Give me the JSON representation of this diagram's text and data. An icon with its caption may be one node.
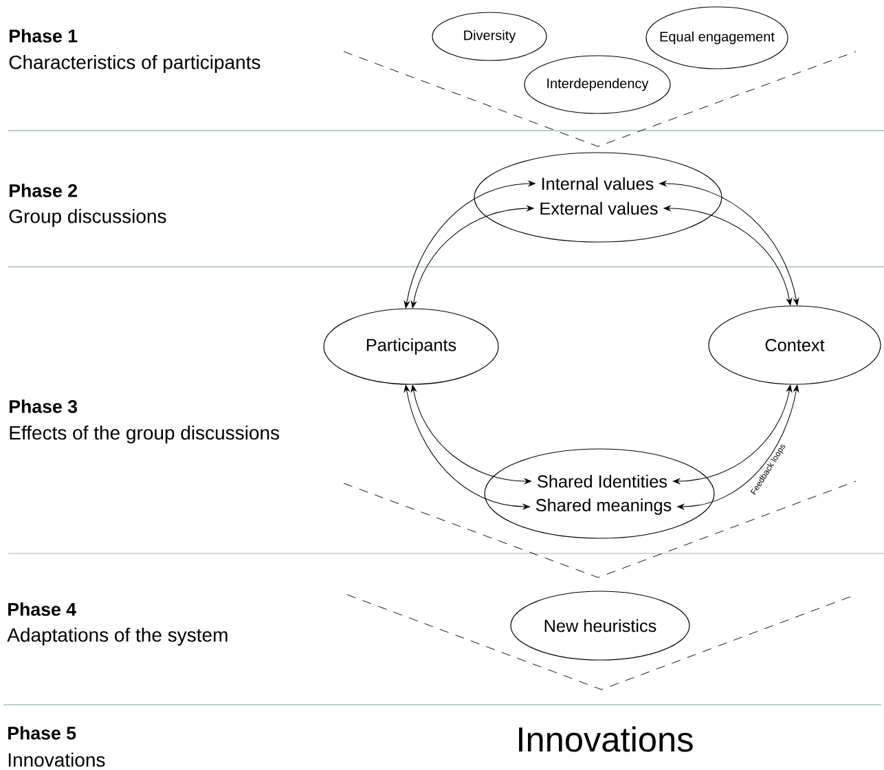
{
  "diagram": {
    "nodes": [
      {
        "text": [
          "Diversity"
        ]
      },
      {
        "text": [
          "Equal engagement"
        ]
      },
      {
        "text": [
          "Interdependency"
        ]
      },
      {
        "text": [],
        "shape": "ellipse"
      },
      {
        "text": [
          "Internal values"
        ],
        "in": 3
      },
      {
        "text": [
          "External values"
        ],
        "in": 3
      },
      {
        "text": [
          "Participants"
        ]
      },
      {
        "text": [
          "Context"
        ]
      },
      {
        "text": [],
        "shape": "ellipse"
      },
      {
        "text": [
          "Shared Identities"
        ],
        "in": 8
      },
      {
        "text": [
          "Shared meanings"
        ],
        "in": 8
      },
      {
        "text": [
          "New heuristics"
        ]
      }
    ],
    "edges": [
      {
        "from": 6,
        "to": 4,
        "arrow": "both"
      },
      {
        "from": 6,
        "to": 5,
        "arrow": "both"
      },
      {
        "from": 7,
        "to": 4,
        "arrow": "both"
      },
      {
        "from": 7,
        "to": 5,
        "arrow": "both"
      },
      {
        "from": 6,
        "to": 9,
        "arrow": "both"
      },
      {
        "from": 6,
        "to": 10,
        "arrow": "both"
      },
      {
        "from": 7,
        "to": 9,
        "arrow": "both"
      },
      {
        "from": 7,
        "to": 10,
        "arrow": "both",
        "label": "Feedback loops"
      }
    ],
    "labels": [
      "Phase 1",
      "Characteristics of participants",
      "Phase 2",
      "Group discussions",
      "Phase 3",
      "Effects of the group discussions",
      "Phase 4",
      "Adaptations of the system",
      "Phase 5",
      "Innovations",
      "Innovations"
    ]
  }
}
